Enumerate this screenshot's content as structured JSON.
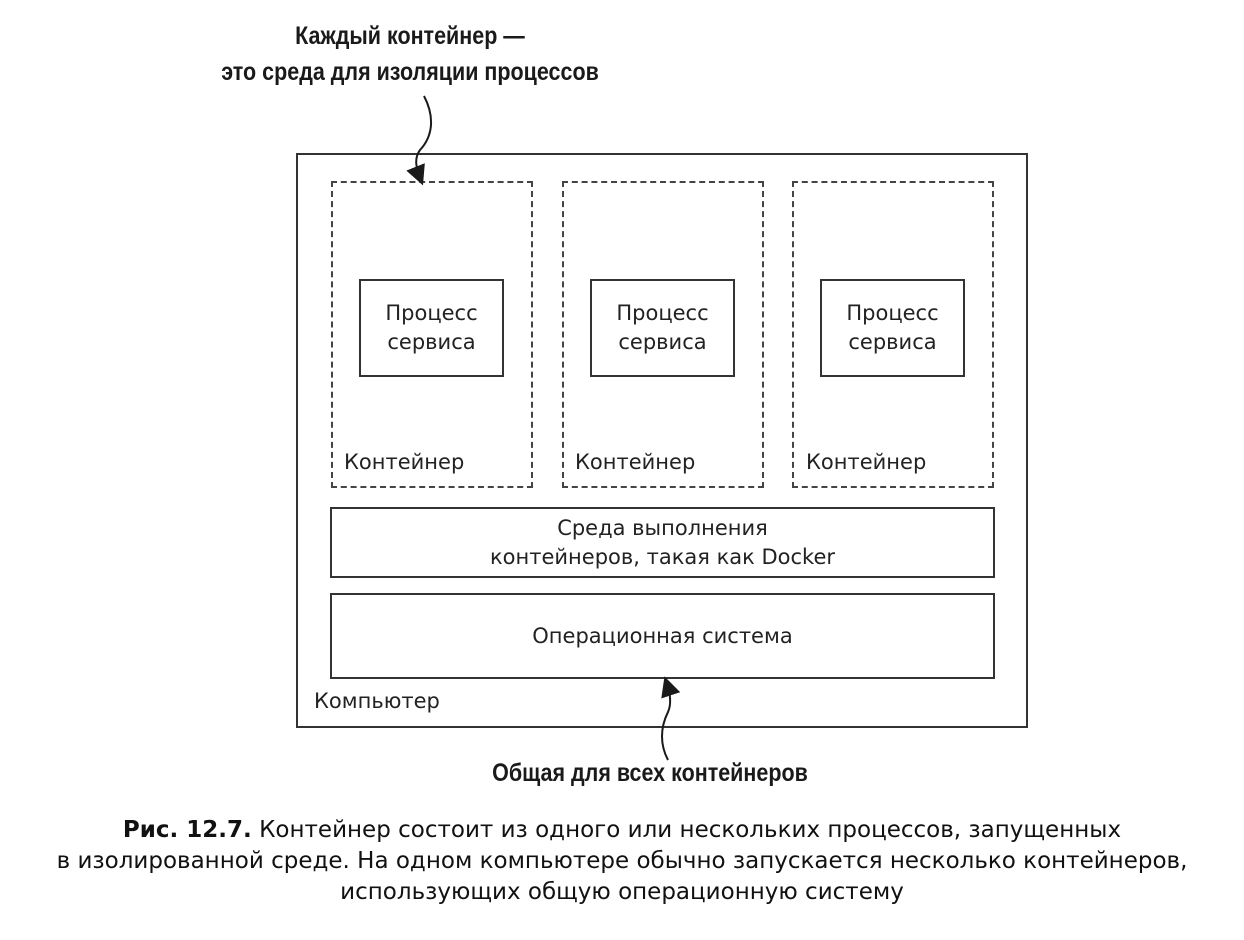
{
  "callouts": {
    "top_line1": "Каждый контейнер —",
    "top_line2": "это среда для изоляции процессов",
    "bottom": "Общая для всех контейнеров"
  },
  "containers": [
    {
      "process_line1": "Процесс",
      "process_line2": "сервиса",
      "label": "Контейнер"
    },
    {
      "process_line1": "Процесс",
      "process_line2": "сервиса",
      "label": "Контейнер"
    },
    {
      "process_line1": "Процесс",
      "process_line2": "сервиса",
      "label": "Контейнер"
    }
  ],
  "runtime": {
    "line1": "Среда выполнения",
    "line2": "контейнеров, такая как Docker"
  },
  "os": {
    "label": "Операционная система"
  },
  "computer": {
    "label": "Компьютер"
  },
  "caption": {
    "figure": "Рис. 12.7.",
    "line1": "Контейнер состоит из одного или нескольких процессов, запущенных",
    "line2": "в изолированной среде. На одном компьютере обычно запускается несколько контейнеров,",
    "line3": "использующих общую операционную систему"
  }
}
